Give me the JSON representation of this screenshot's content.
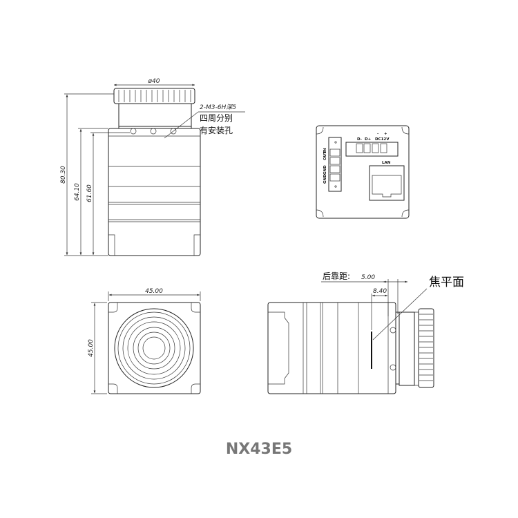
{
  "title": "NX43E5",
  "side_view": {
    "lens_diameter": "ø40",
    "height_total": "80.30",
    "height_body": "64.10",
    "height_holes": "61.60",
    "note_line1": "2-M3-6H深5",
    "note_line2": "四周分别",
    "note_line3": "有安装孔"
  },
  "back_view": {
    "io_labels": [
      "OUT",
      "IN",
      "GND",
      "GND"
    ],
    "power_labels": [
      "D-",
      "D+",
      "DC12V"
    ],
    "polarity": [
      "-",
      "+"
    ],
    "lan_label": "LAN"
  },
  "front_view": {
    "width": "45.00",
    "height": "45.00"
  },
  "right_view": {
    "back_focus_label": "后靠距:",
    "back_focus_value": "5.00",
    "sensor_depth": "8.40",
    "focal_plane_label": "焦平面"
  }
}
